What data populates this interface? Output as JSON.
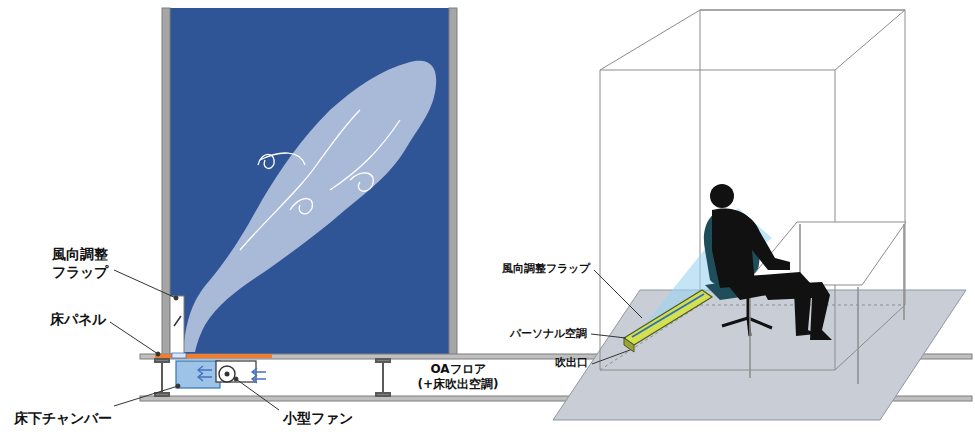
{
  "diagram": {
    "labels": [
      "風向調整 フラップ",
      "床パネル",
      "床下チャンバー",
      "小型ファン",
      "OAフロア (+床吹出空調)",
      "風向調整フラップ",
      "パーソナル空調",
      "吹出口"
    ]
  }
}
